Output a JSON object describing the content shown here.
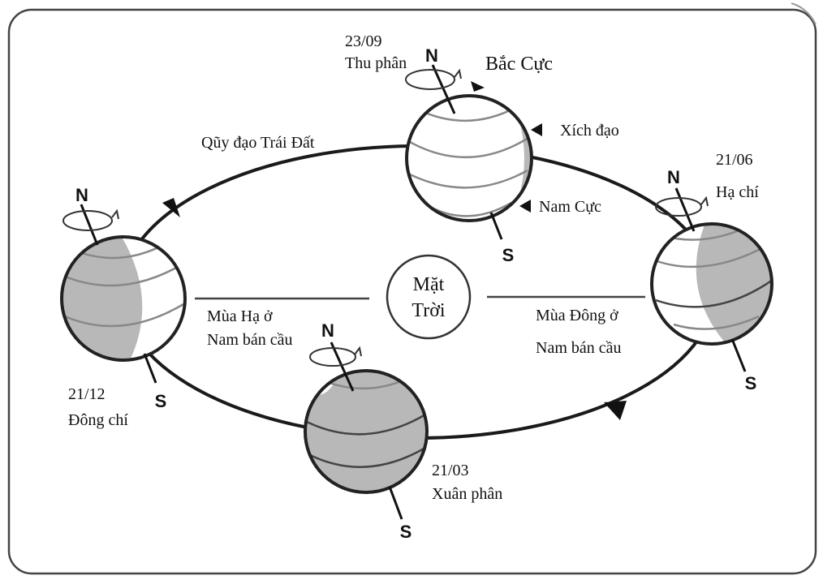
{
  "labels": {
    "orbit": "Qũy đạo Trái Đất",
    "north_pole": "Bắc Cực",
    "equator": "Xích đạo",
    "south_pole": "Nam Cực",
    "sun_line1": "Mặt",
    "sun_line2": "Trời",
    "left_season_line1": "Mùa Hạ ở",
    "left_season_line2": "Nam bán cầu",
    "right_season_line1": "Mùa Đông ở",
    "right_season_line2": "Nam bán cầu",
    "n": "N",
    "s": "S"
  },
  "positions": {
    "top": {
      "date": "23/09",
      "name": "Thu phân"
    },
    "right": {
      "date": "21/06",
      "name": "Hạ chí"
    },
    "bottom": {
      "date": "21/03",
      "name": "Xuân phân"
    },
    "left": {
      "date": "21/12",
      "name": "Đông chí"
    }
  }
}
